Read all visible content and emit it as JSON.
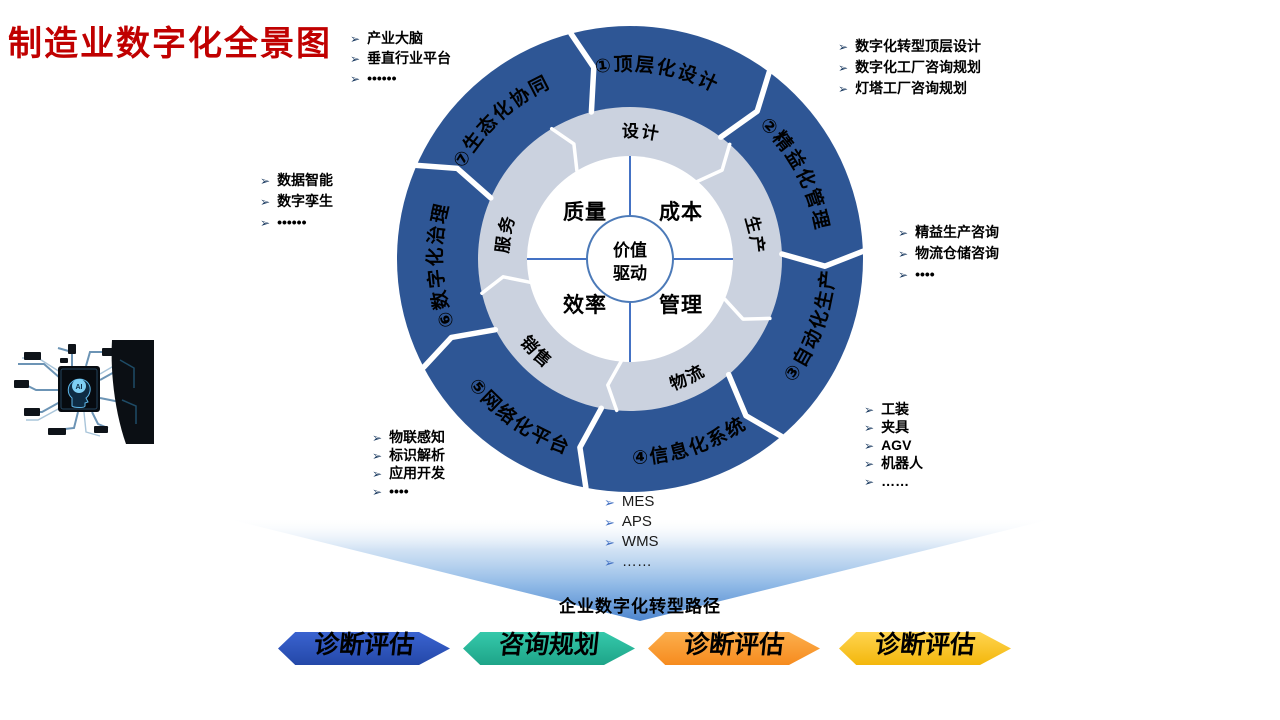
{
  "title": {
    "text": "制造业数字化全景图",
    "color": "#C00000"
  },
  "icons": {
    "bullet": "➢",
    "photo": "circuit-board-ai-brain-chip"
  },
  "wheel": {
    "outer_color": "#2E5695",
    "middle_color": "#CBD2DF",
    "outer_ring": [
      "①顶层化设计",
      "②精益化管理",
      "③自动化生产",
      "④信息化系统",
      "⑤网络化平台",
      "⑥数字化治理",
      "⑦生态化协同"
    ],
    "middle_ring": [
      "设计",
      "生产",
      "物流",
      "销售",
      "服务"
    ],
    "quadrants": [
      "质量",
      "成本",
      "效率",
      "管理"
    ],
    "center": {
      "line1": "价值",
      "line2": "驱动"
    }
  },
  "callouts": {
    "top_left": [
      "产业大脑",
      "垂直行业平台",
      "••••••"
    ],
    "top_right": [
      "数字化转型顶层设计",
      "数字化工厂咨询规划",
      "灯塔工厂咨询规划"
    ],
    "left_mid": [
      "数据智能",
      "数字孪生",
      "••••••"
    ],
    "right_mid": [
      "精益生产咨询",
      "物流仓储咨询",
      "••••"
    ],
    "right_low": [
      "工装",
      "夹具",
      "AGV",
      "机器人",
      "……"
    ],
    "left_low": [
      "物联感知",
      "标识解析",
      "应用开发",
      "••••"
    ],
    "bottom": [
      "MES",
      "APS",
      "WMS",
      "……"
    ]
  },
  "funnel": {
    "label": "企业数字化转型路径"
  },
  "steps": [
    {
      "label": "诊断评估",
      "color": "#2E55C0"
    },
    {
      "label": "咨询规划",
      "color": "#2BBFA3"
    },
    {
      "label": "诊断评估",
      "color": "#F79A2E"
    },
    {
      "label": "诊断评估",
      "color": "#FFC61E"
    }
  ]
}
